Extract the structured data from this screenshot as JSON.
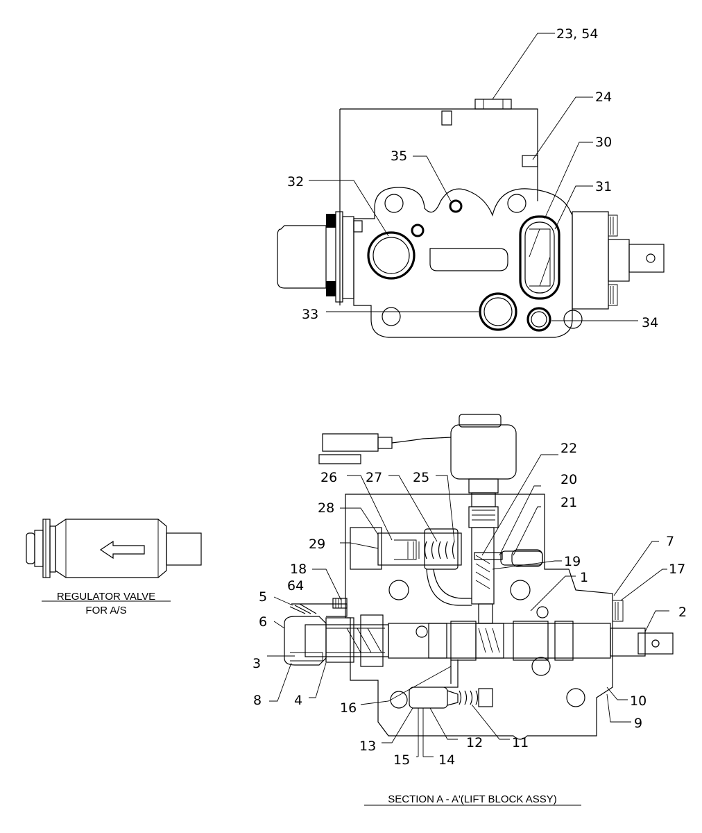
{
  "top_view": {
    "callouts": [
      "23, 54",
      "24",
      "35",
      "30",
      "32",
      "31",
      "33",
      "34"
    ]
  },
  "section_view": {
    "callouts": [
      "22",
      "26",
      "27",
      "25",
      "20",
      "28",
      "21",
      "29",
      "19",
      "18",
      "64",
      "1",
      "7",
      "17",
      "5",
      "6",
      "2",
      "3",
      "8",
      "4",
      "16",
      "10",
      "9",
      "13",
      "12",
      "11",
      "15",
      "14"
    ],
    "caption": "SECTION A - A'(LIFT BLOCK ASSY)"
  },
  "regulator": {
    "caption_line1": "REGULATOR VALVE",
    "caption_line2": "FOR A/S"
  }
}
